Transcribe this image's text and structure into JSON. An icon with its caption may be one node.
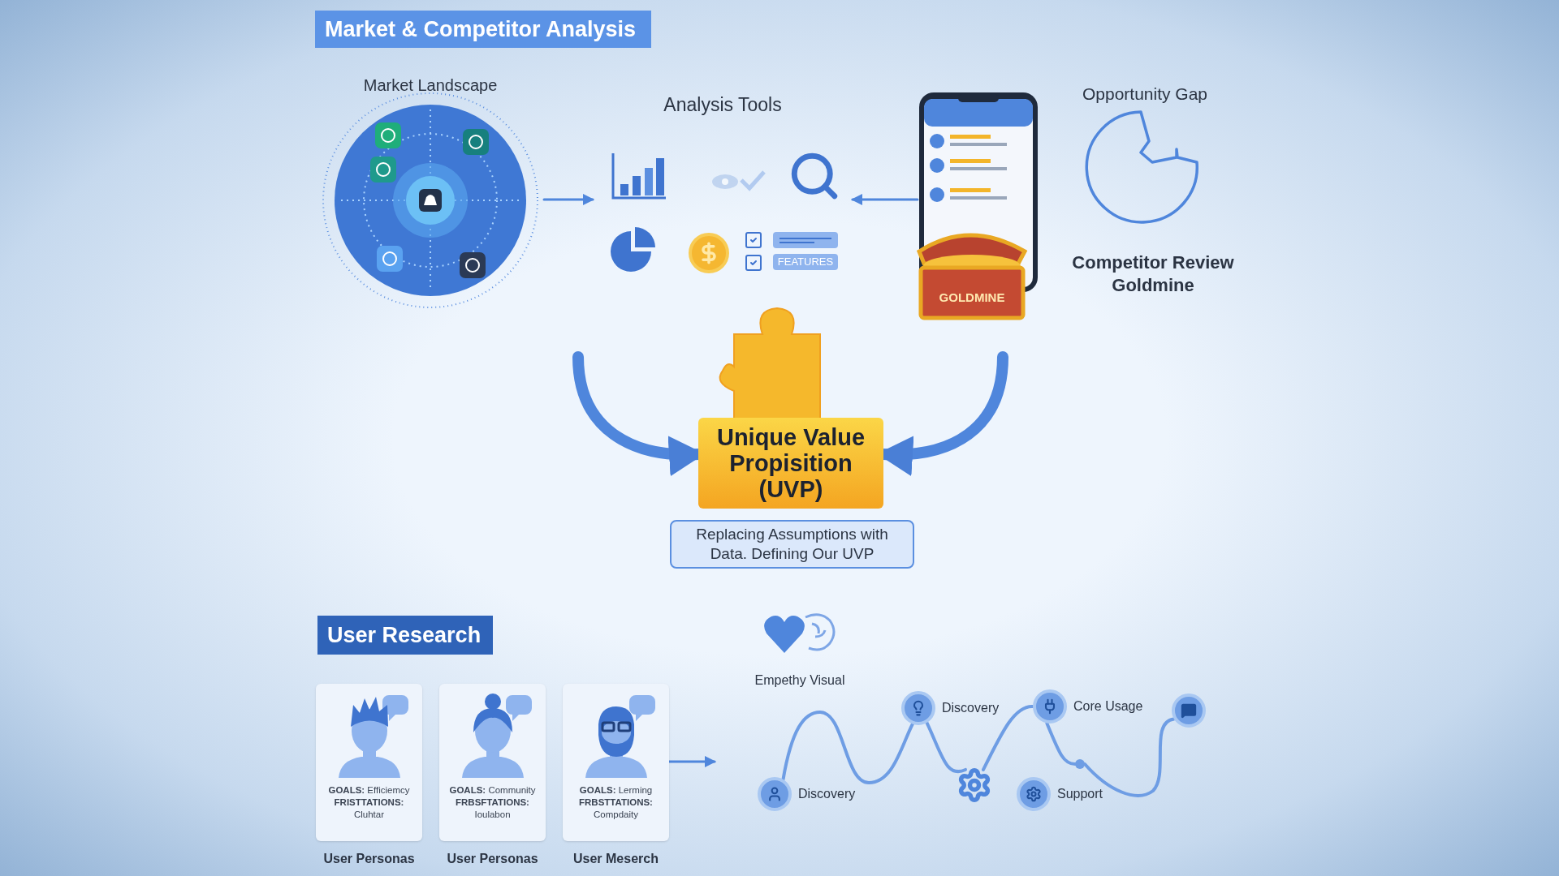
{
  "diagram": {
    "nodes": [
      {
        "text": [
          "Market & Competitor Analysis"
        ]
      },
      {
        "text": [
          "Market Landscape"
        ]
      },
      {
        "text": [
          "Analysis Tools"
        ]
      },
      {
        "text": [],
        "shape": "picture"
      },
      {
        "text": [
          "Opportunity Gap",
          "Competitor Review Goldmine"
        ]
      },
      {
        "text": [
          "Unique Value Propisition (UVP)"
        ]
      },
      {
        "text": [
          "Replacing Assumptions with Data. Defining Our UVP"
        ]
      },
      {
        "text": [
          "User Research"
        ]
      },
      {
        "text": [
          "**GOALS:** Efficiemcy **FRISTTATIONS:** Cluhtar"
        ],
        "beside": [
          "User Personas"
        ]
      },
      {
        "text": [
          "**GOALS:** Community **FRBSFTATIONS:** Ioulabon"
        ],
        "beside": [
          "User Personas"
        ]
      },
      {
        "text": [
          "**GOALS:** Lerming **FRBSTTATIONS:** Compdaity"
        ],
        "beside": [
          "User Meserch"
        ]
      },
      {
        "text": [
          "Empethy Visual"
        ]
      },
      {
        "text": [
          "Discovery"
        ]
      },
      {
        "text": [
          "Discovery"
        ]
      },
      {
        "text": [],
        "shape": "circle"
      },
      {
        "text": [
          "Core Usage"
        ]
      },
      {
        "text": [
          "Support"
        ]
      },
      {
        "text": [],
        "shape": "circle"
      },
      {
        "text": [],
        "shape": "circle"
      }
    ],
    "edges": [
      {
        "from": 1,
        "to": 2,
        "arrow": "to"
      },
      {
        "from": 3,
        "to": 2,
        "arrow": "to"
      },
      {
        "from": null,
        "to": 5,
        "arrow": "to",
        "style": "thick"
      },
      {
        "from": null,
        "to": 5,
        "arrow": "to",
        "style": "thick"
      },
      {
        "from": 10,
        "to": null,
        "arrow": "to"
      },
      {
        "from": 12,
        "to": 13,
        "arrow": "none"
      },
      {
        "from": 13,
        "to": 14,
        "arrow": "none"
      },
      {
        "from": 14,
        "to": 15,
        "arrow": "none"
      },
      {
        "from": 15,
        "to": 17,
        "arrow": "none"
      },
      {
        "from": 17,
        "to": 18,
        "arrow": "none"
      }
    ],
    "labels": [
      "FEATURES",
      "GOLDMINE"
    ]
  }
}
